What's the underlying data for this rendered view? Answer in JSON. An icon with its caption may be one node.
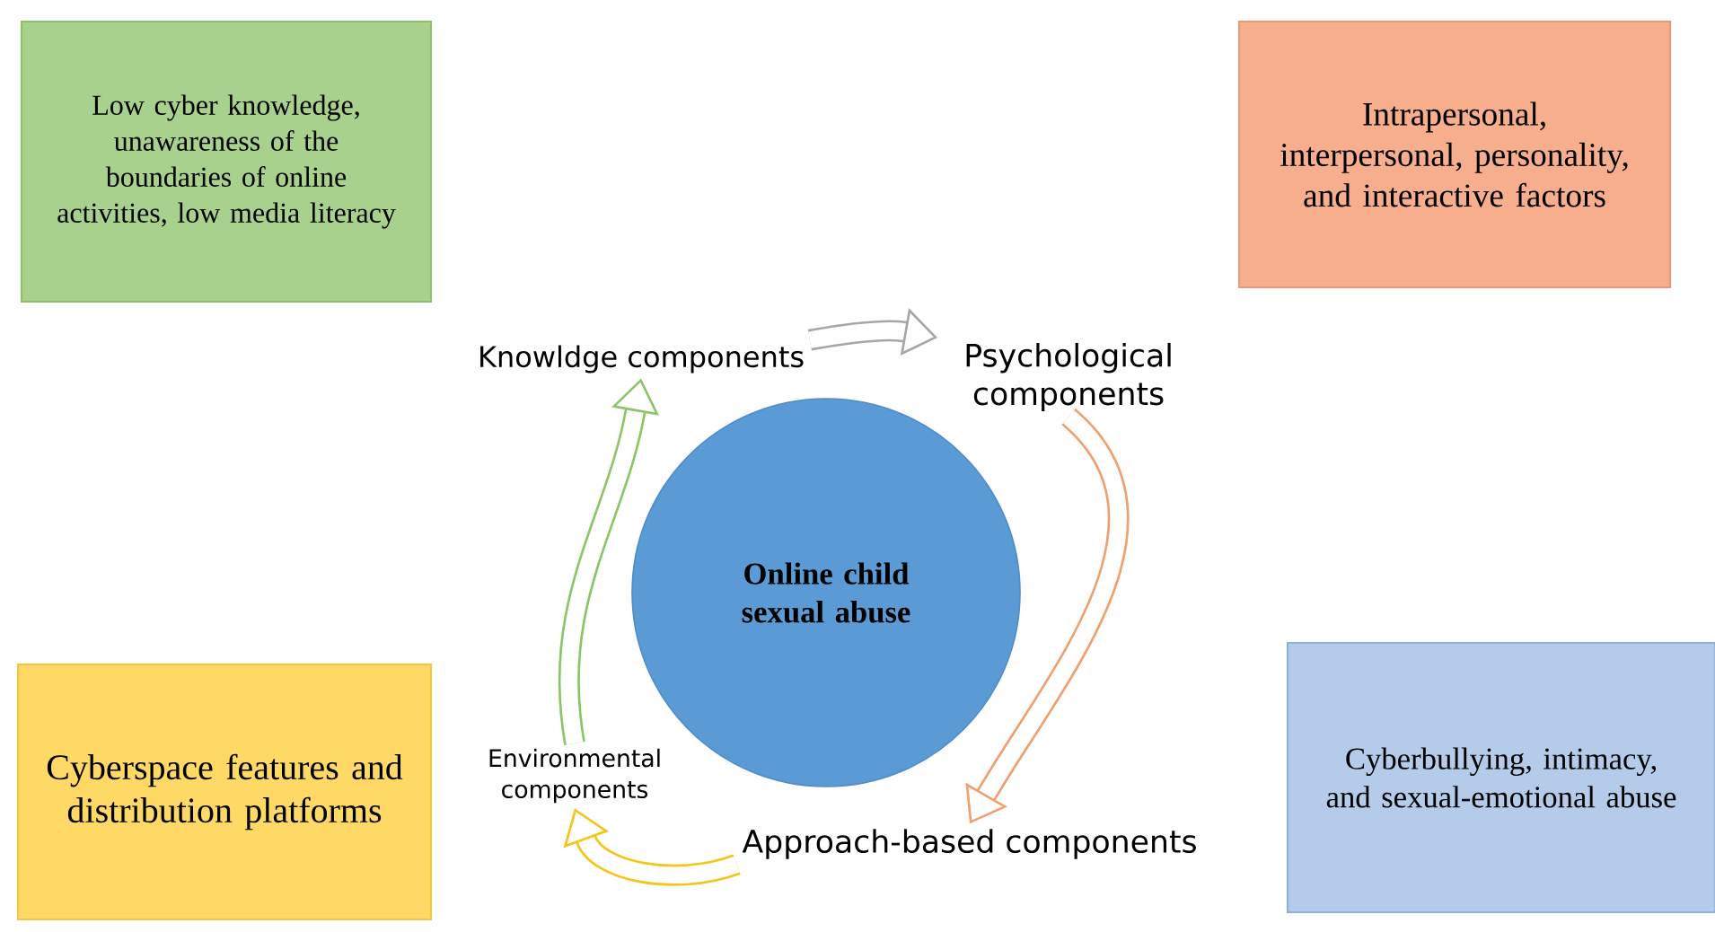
{
  "diagram": {
    "nodes": [
      {
        "text": [
          "Low cyber knowledge, unawareness of the boundaries of online activities, low media literacy"
        ]
      },
      {
        "text": [
          "Intrapersonal, interpersonal, personality, and interactive factors"
        ]
      },
      {
        "text": [
          "Knowldge components"
        ]
      },
      {
        "text": [
          "Psychological components"
        ]
      },
      {
        "text": [
          "Online child sexual abuse"
        ]
      },
      {
        "text": [
          "Cyberbullying, intimacy, and sexual-emotional abuse"
        ]
      },
      {
        "text": [
          "Cyberspace features and distribution platforms"
        ]
      },
      {
        "text": [
          "Environmental components"
        ]
      },
      {
        "text": [
          "Approach-based components"
        ]
      }
    ],
    "edges": [
      {
        "from": 7,
        "to": 2,
        "arrow": "to",
        "color": "#8cc568"
      },
      {
        "from": 2,
        "to": 3,
        "arrow": "to",
        "color": "#a6a6a6"
      },
      {
        "from": 3,
        "to": 8,
        "arrow": "to",
        "color": "#f0a070"
      },
      {
        "from": 8,
        "to": 7,
        "arrow": "to",
        "color": "#f5c518"
      }
    ]
  }
}
